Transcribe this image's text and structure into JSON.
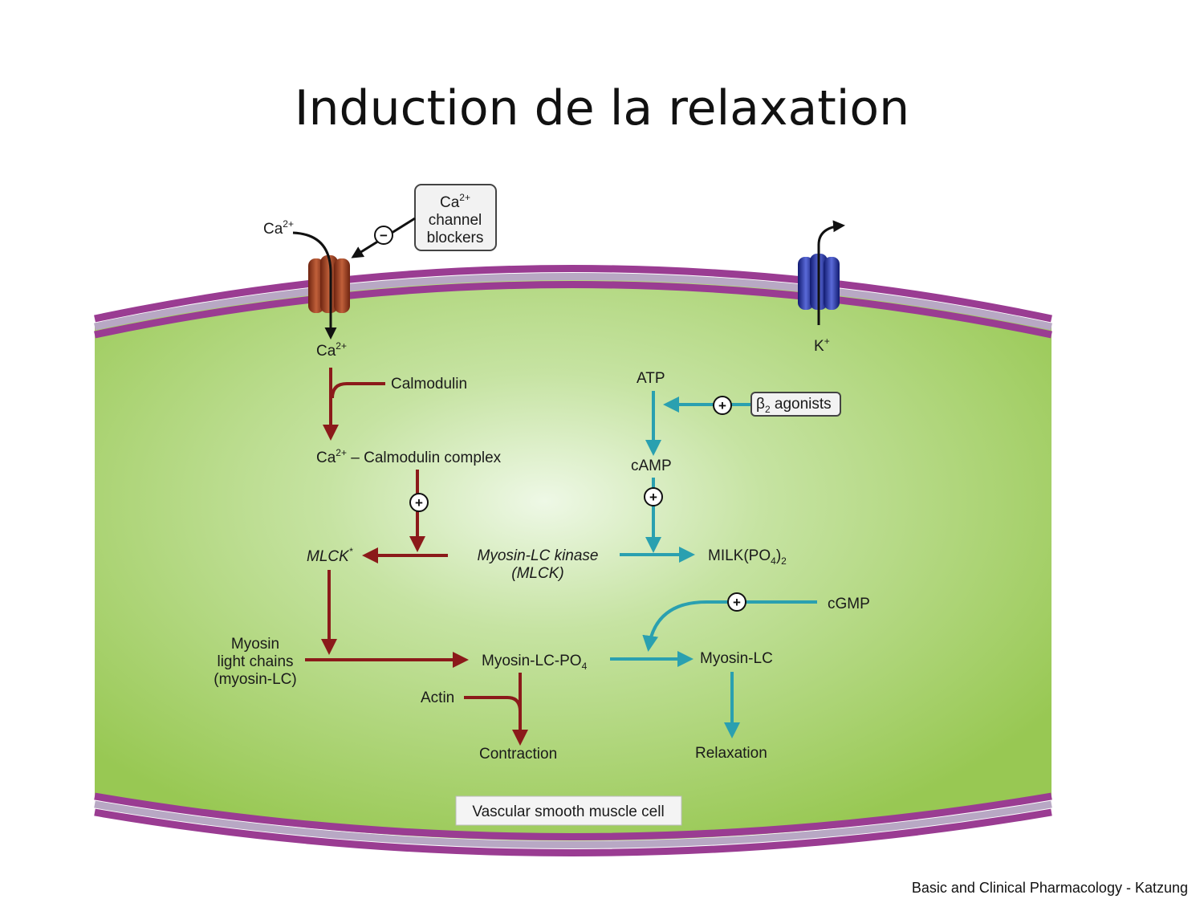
{
  "slide": {
    "title": "Induction de la relaxation",
    "credit": "Basic and Clinical Pharmacology - Katzung"
  },
  "diagram": {
    "cell_label": "Vascular smooth muscle cell",
    "ca_outside": "Ca",
    "ca_outside_sup": "2+",
    "ca_inside": "Ca",
    "ca_inside_sup": "2+",
    "ca_blocker_box": {
      "line1": "Ca",
      "line1_sup": "2+",
      "line2": "channel",
      "line3": "blockers"
    },
    "k_label": "K",
    "k_sup": "+",
    "calmodulin": "Calmodulin",
    "ca_calmodulin_prefix": "Ca",
    "ca_calmodulin_sup": "2+",
    "ca_calmodulin_suffix": " – Calmodulin complex",
    "mlck_active": "MLCK",
    "mlck_active_mark": "*",
    "mlck_name_line1": "Myosin-LC kinase",
    "mlck_name_line2": "(MLCK)",
    "milk_label_main": "MILK(PO",
    "milk_label_sub1": "4",
    "milk_label_mid": ")",
    "milk_label_sub2": "2",
    "atp": "ATP",
    "camp": "cAMP",
    "beta2_symbol": "β",
    "beta2_sub": "2",
    "beta2_text": " agonists",
    "cgmp": "cGMP",
    "myosin_lc_line1": "Myosin",
    "myosin_lc_line2": "light chains",
    "myosin_lc_line3": "(myosin-LC)",
    "myosin_lc_po4_main": "Myosin-LC-PO",
    "myosin_lc_po4_sub": "4",
    "myosin_lc": "Myosin-LC",
    "actin": "Actin",
    "contraction": "Contraction",
    "relaxation": "Relaxation",
    "plus_sign": "+",
    "minus_sign": "−"
  },
  "colors": {
    "cytoplasm": "#9ccc5a",
    "cytoplasm_center": "#e4f4d8",
    "membrane_outer": "#9a3c92",
    "membrane_inner": "#b8a8c4",
    "contraction_path": "#8b1a1a",
    "relaxation_path": "#2aa0b0",
    "ca_channel": "#a8452a",
    "k_channel": "#2a35a0"
  }
}
